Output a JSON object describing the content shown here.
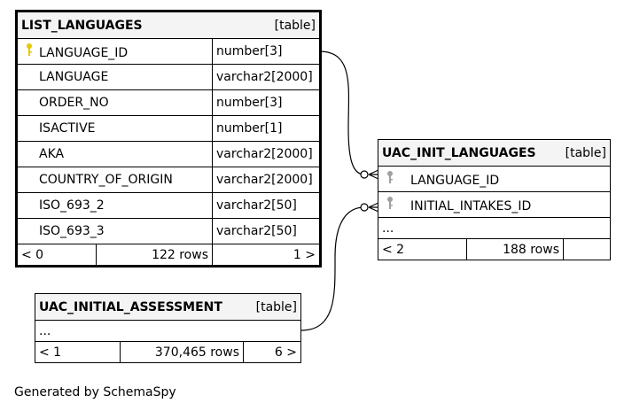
{
  "tables": {
    "list_languages": {
      "name": "LIST_LANGUAGES",
      "kind": "[table]",
      "columns": [
        {
          "name": "LANGUAGE_ID",
          "type": "number[3]",
          "pk": true
        },
        {
          "name": "LANGUAGE",
          "type": "varchar2[2000]"
        },
        {
          "name": "ORDER_NO",
          "type": "number[3]"
        },
        {
          "name": "ISACTIVE",
          "type": "number[1]"
        },
        {
          "name": "AKA",
          "type": "varchar2[2000]"
        },
        {
          "name": "COUNTRY_OF_ORIGIN",
          "type": "varchar2[2000]"
        },
        {
          "name": "ISO_693_2",
          "type": "varchar2[50]"
        },
        {
          "name": "ISO_693_3",
          "type": "varchar2[50]"
        }
      ],
      "footer": {
        "parents": "< 0",
        "rows": "122 rows",
        "children": "1 >"
      }
    },
    "uac_init_languages": {
      "name": "UAC_INIT_LANGUAGES",
      "kind": "[table]",
      "columns": [
        {
          "name": "LANGUAGE_ID",
          "fk": true
        },
        {
          "name": "INITIAL_INTAKES_ID",
          "fk": true
        }
      ],
      "ellipsis": "...",
      "footer": {
        "parents": "< 2",
        "rows": "188 rows",
        "children": ""
      }
    },
    "uac_initial_assessment": {
      "name": "UAC_INITIAL_ASSESSMENT",
      "kind": "[table]",
      "ellipsis": "...",
      "footer": {
        "parents": "< 1",
        "rows": "370,465 rows",
        "children": "6 >"
      }
    }
  },
  "colors": {
    "pk_key": "#e6c800",
    "fk_key": "#a0a0a0",
    "header_bg": "#f4f4f4"
  },
  "caption": "Generated by SchemaSpy"
}
